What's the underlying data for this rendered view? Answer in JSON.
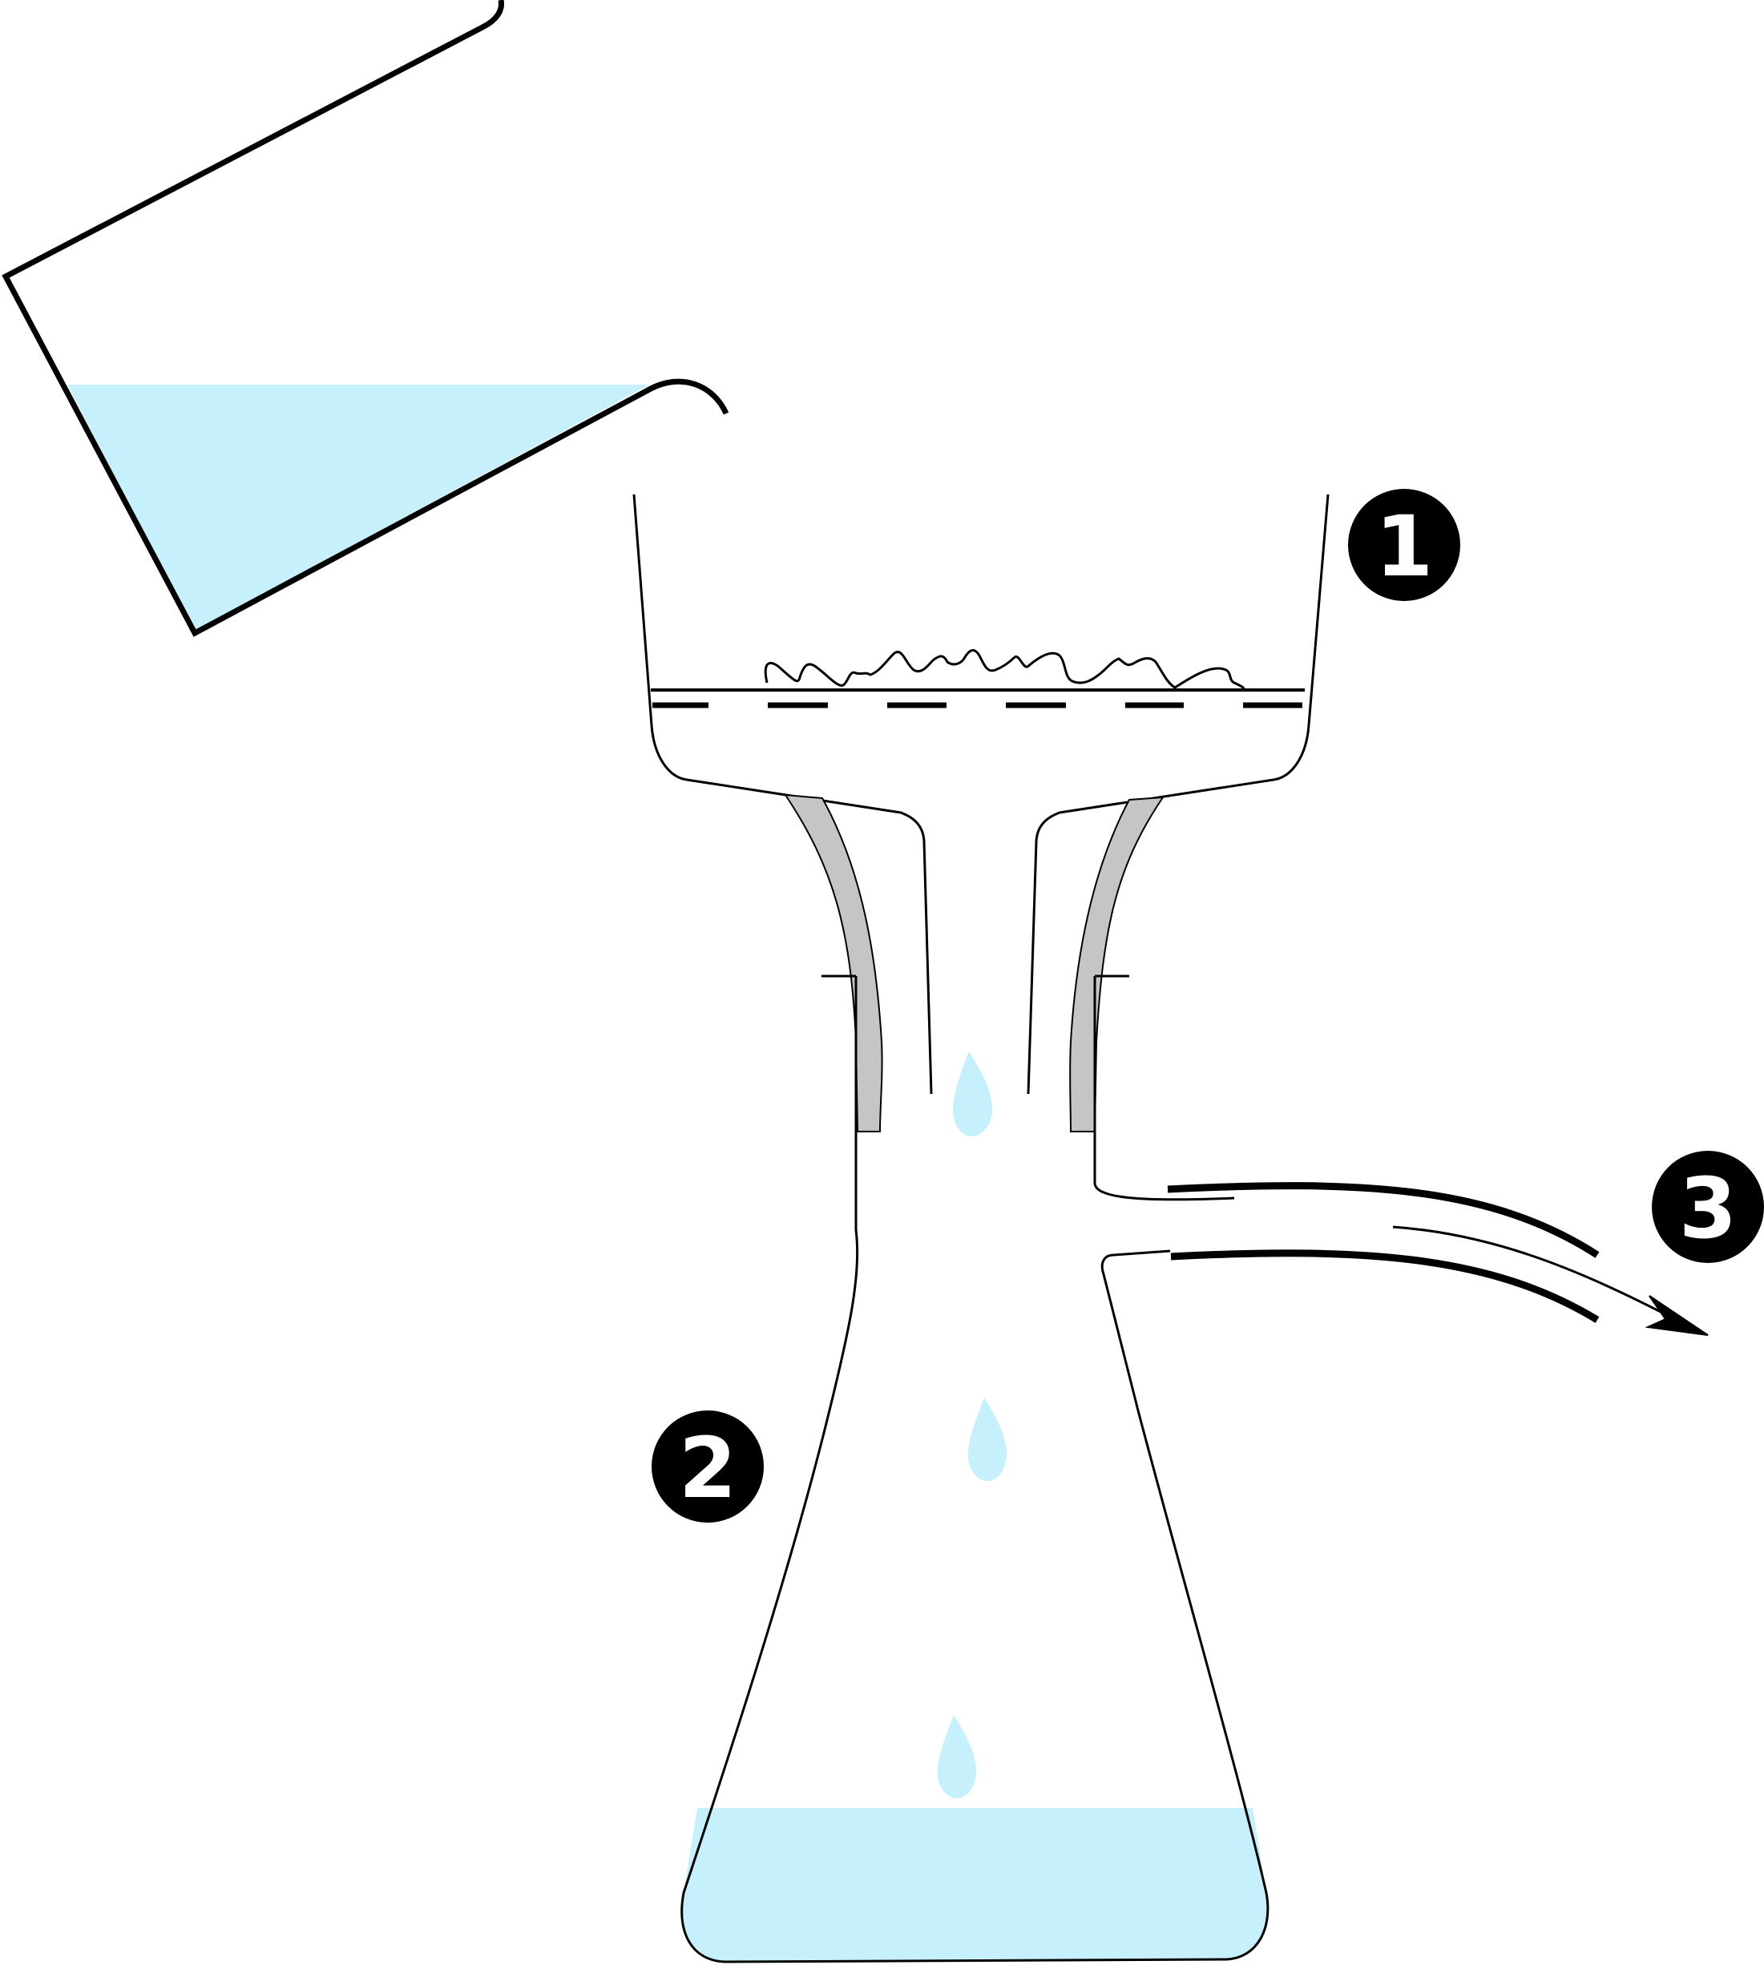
{
  "labels": [
    {
      "id": "funnel",
      "text": "1"
    },
    {
      "id": "flask",
      "text": "2"
    },
    {
      "id": "vacuum",
      "text": "3"
    }
  ],
  "colors": {
    "liquid": "#c6f0fb",
    "rubber_seal": "#c3c6c4",
    "outline": "#000000",
    "badge": "#000000",
    "badge_text": "#ffffff"
  },
  "icons": {
    "beaker": "beaker-icon",
    "funnel": "buchner-funnel-icon",
    "flask": "filter-flask-icon",
    "droplet": "droplet-icon",
    "arrow": "arrow-right-icon"
  }
}
